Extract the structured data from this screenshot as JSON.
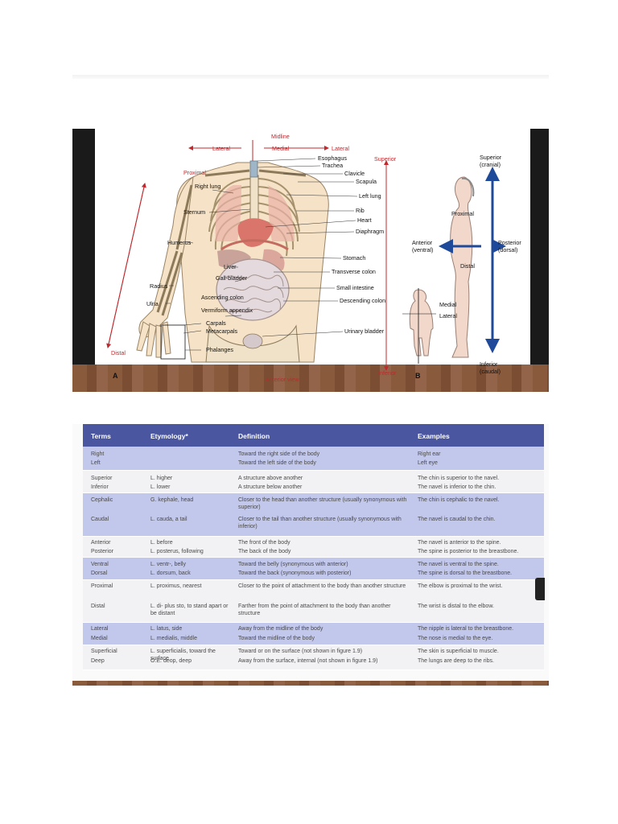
{
  "figure": {
    "panel_a": {
      "letter": "A",
      "caption": "Anterior view",
      "direction_labels": {
        "midline": "Midline",
        "medial": "Medial",
        "lateral_left": "Lateral",
        "lateral_right": "Lateral",
        "proximal": "Proximal",
        "distal": "Distal",
        "superior": "Superior",
        "inferior": "Inferior"
      },
      "left_labels": [
        "Right lung",
        "Sternum",
        "Humerus",
        "Radius",
        "Ulna",
        "Liver",
        "Gall-bladder",
        "Ascending colon",
        "Vermiform appendix",
        "Carpals",
        "Metacarpals",
        "Phalanges"
      ],
      "right_labels": [
        "Esophagus",
        "Trachea",
        "Clavicle",
        "Scapula",
        "Left lung",
        "Rib",
        "Heart",
        "Diaphragm",
        "Stomach",
        "Transverse colon",
        "Small intestine",
        "Descending colon",
        "Urinary bladder"
      ]
    },
    "panel_b": {
      "letter": "B",
      "superior": "Superior",
      "superior_sub": "(cranial)",
      "inferior": "Inferior",
      "inferior_sub": "(caudal)",
      "anterior": "Anterior",
      "anterior_sub": "(ventral)",
      "posterior": "Posterior",
      "posterior_sub": "(dorsal)",
      "proximal": "Proximal",
      "distal": "Distal",
      "medial": "Medial",
      "lateral": "Lateral"
    }
  },
  "table": {
    "headers": [
      "Terms",
      "Etymology*",
      "Definition",
      "Examples"
    ],
    "groups": [
      {
        "shade": true,
        "rows": [
          {
            "term": "Right",
            "etym": "",
            "def": "Toward the right side of the body",
            "ex": "Right ear"
          },
          {
            "term": "Left",
            "etym": "",
            "def": "Toward the left side of the body",
            "ex": "Left eye"
          }
        ]
      },
      {
        "shade": false,
        "rows": [
          {
            "term": "Superior",
            "etym": "L. higher",
            "def": "A structure above another",
            "ex": "The chin is superior to the navel."
          },
          {
            "term": "Inferior",
            "etym": "L. lower",
            "def": "A structure below another",
            "ex": "The navel is inferior to the chin."
          }
        ]
      },
      {
        "shade": true,
        "rows": [
          {
            "term": "Cephalic",
            "etym": "G. kephale, head",
            "def": "Closer to the head than another structure (usually synonymous with superior)",
            "ex": "The chin is cephalic to the navel."
          },
          {
            "term": "Caudal",
            "etym": "L. cauda, a tail",
            "def": "Closer to the tail than another structure (usually synonymous with inferior)",
            "ex": "The navel is caudal to the chin."
          }
        ]
      },
      {
        "shade": false,
        "rows": [
          {
            "term": "Anterior",
            "etym": "L. before",
            "def": "The front of the body",
            "ex": "The navel is anterior to the spine."
          },
          {
            "term": "Posterior",
            "etym": "L. posterus, following",
            "def": "The back of the body",
            "ex": "The spine is posterior to the breastbone."
          }
        ]
      },
      {
        "shade": true,
        "rows": [
          {
            "term": "Ventral",
            "etym": "L. ventr-, belly",
            "def": "Toward the belly (synonymous with anterior)",
            "ex": "The navel is ventral to the spine."
          },
          {
            "term": "Dorsal",
            "etym": "L. dorsum, back",
            "def": "Toward the back (synonymous with posterior)",
            "ex": "The spine is dorsal to the breastbone."
          }
        ]
      },
      {
        "shade": false,
        "rows": [
          {
            "term": "Proximal",
            "etym": "L. proximus, nearest",
            "def": "Closer to the point of attachment to the body than another structure",
            "ex": "The elbow is proximal to the wrist."
          },
          {
            "term": "Distal",
            "etym": "L. di- plus sto, to stand apart or be distant",
            "def": "Farther from the point of attachment to the body than another structure",
            "ex": "The wrist is distal to the elbow."
          }
        ]
      },
      {
        "shade": true,
        "rows": [
          {
            "term": "Lateral",
            "etym": "L. latus, side",
            "def": "Away from the midline of the body",
            "ex": "The nipple is lateral to the breastbone."
          },
          {
            "term": "Medial",
            "etym": "L. medialis, middle",
            "def": "Toward the midline of the body",
            "ex": "The nose is medial to the eye."
          }
        ]
      },
      {
        "shade": false,
        "rows": [
          {
            "term": "Superficial",
            "etym": "L. superficialis, toward the surface",
            "def": "Toward or on the surface (not shown in figure 1.9)",
            "ex": "The skin is superficial to muscle."
          },
          {
            "term": "Deep",
            "etym": "O.E. deop, deep",
            "def": "Away from the surface, internal (not shown in figure 1.9)",
            "ex": "The lungs are deep to the ribs."
          }
        ]
      }
    ]
  }
}
